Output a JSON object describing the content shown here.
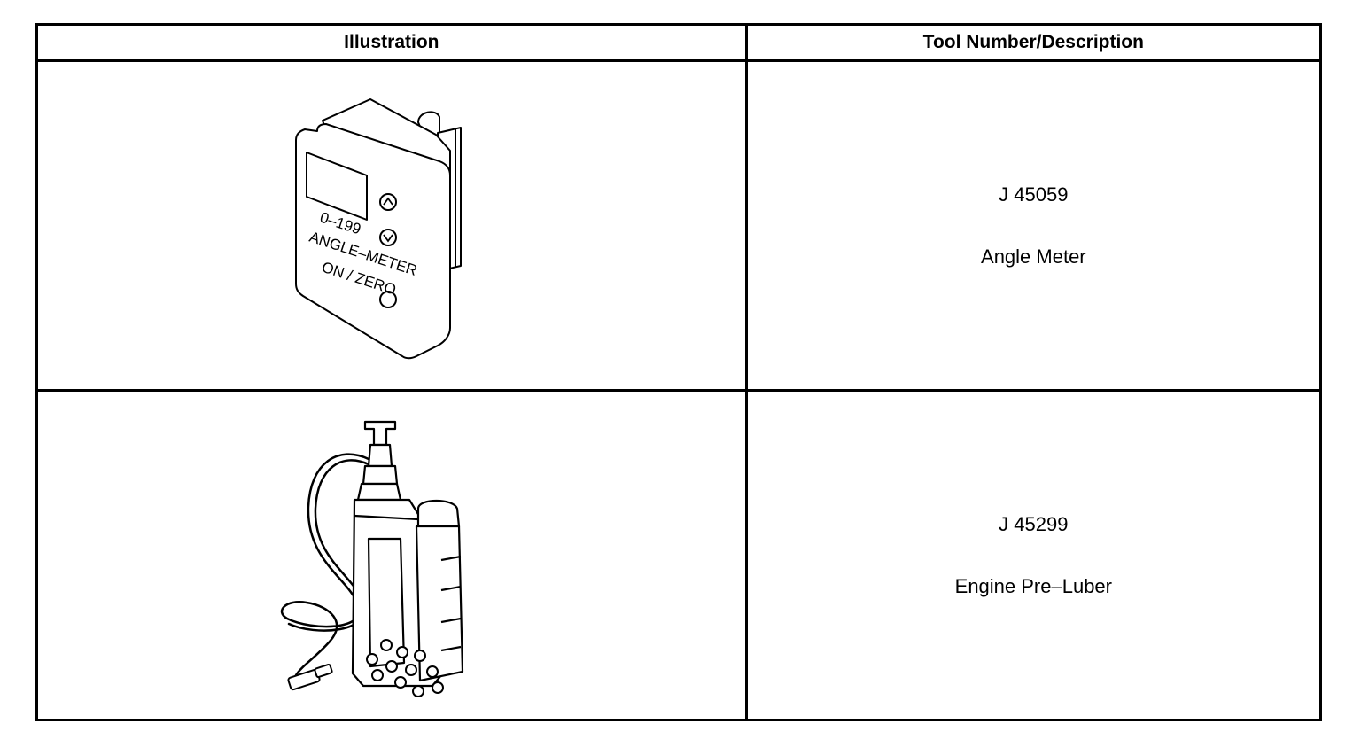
{
  "table": {
    "headers": {
      "illustration": "Illustration",
      "tool_description": "Tool Number/Description"
    },
    "rows": [
      {
        "tool_number": "J 45059",
        "description": "Angle Meter",
        "illustration": {
          "icon": "angle-meter-drawing",
          "labels": [
            "0–199",
            "ANGLE–METER",
            "ON / ZERO"
          ]
        }
      },
      {
        "tool_number": "J 45299",
        "description": "Engine Pre–Luber",
        "illustration": {
          "icon": "engine-pre-luber-drawing"
        }
      }
    ]
  }
}
